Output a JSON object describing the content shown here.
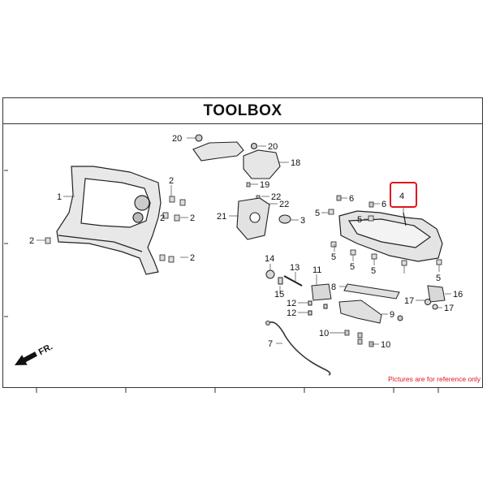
{
  "page": {
    "title": "TOOLBOX",
    "note": "Pictures are for reference only",
    "direction_label": "FR.",
    "highlight_color": "#e0141e",
    "highlighted_callout": "4"
  },
  "callouts": [
    "1",
    "2",
    "2",
    "2",
    "2",
    "2",
    "3",
    "4",
    "5",
    "5",
    "5",
    "5",
    "5",
    "5",
    "6",
    "6",
    "7",
    "8",
    "9",
    "10",
    "10",
    "11",
    "12",
    "12",
    "13",
    "14",
    "15",
    "16",
    "17",
    "17",
    "18",
    "19",
    "20",
    "20",
    "21",
    "22",
    "22"
  ]
}
